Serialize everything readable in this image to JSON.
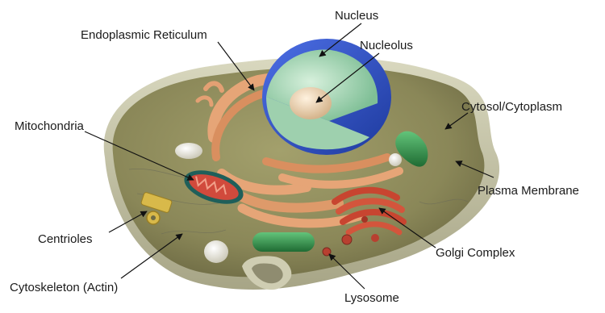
{
  "labels": {
    "nucleus": "Nucleus",
    "endoplasmic_reticulum": "Endoplasmic Reticulum",
    "nucleolus": "Nucleolus",
    "cytosol": "Cytosol/Cytoplasm",
    "mitochondria": "Mitochondria",
    "plasma_membrane": "Plasma Membrane",
    "centrioles": "Centrioles",
    "golgi_complex": "Golgi Complex",
    "cytoskeleton": "Cytoskeleton (Actin)",
    "lysosome": "Lysosome"
  },
  "colors": {
    "cytoplasm": "#8f8d5f",
    "membrane": "#c9c7a8",
    "nucleus_envelope": "#2d4fc4",
    "nucleoplasm": "#a9d8b8",
    "nucleolus": "#e9d2b0",
    "er": "#e3a073",
    "mitochondria": "#d14a3c",
    "golgi": "#cc4a33",
    "vesicle_green": "#2f8a45",
    "centriole": "#d8b94a"
  }
}
